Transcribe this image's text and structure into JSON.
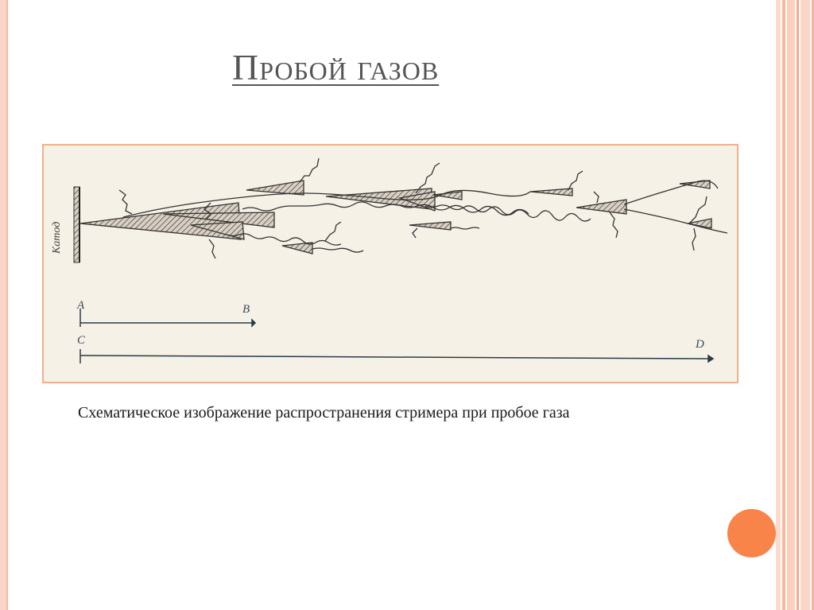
{
  "slide": {
    "title": "Пробой газов",
    "caption": "Схематическое изображение распространения стримера при пробое газа"
  },
  "figure": {
    "cathode_label": "Катод",
    "axis_labels": {
      "a": "A",
      "b": "B",
      "c": "C",
      "d": "D"
    }
  },
  "theme": {
    "accent": "#f8844a",
    "border": "#f0b08e",
    "figure_bg": "#f6f1e6",
    "title_color": "#555555"
  }
}
